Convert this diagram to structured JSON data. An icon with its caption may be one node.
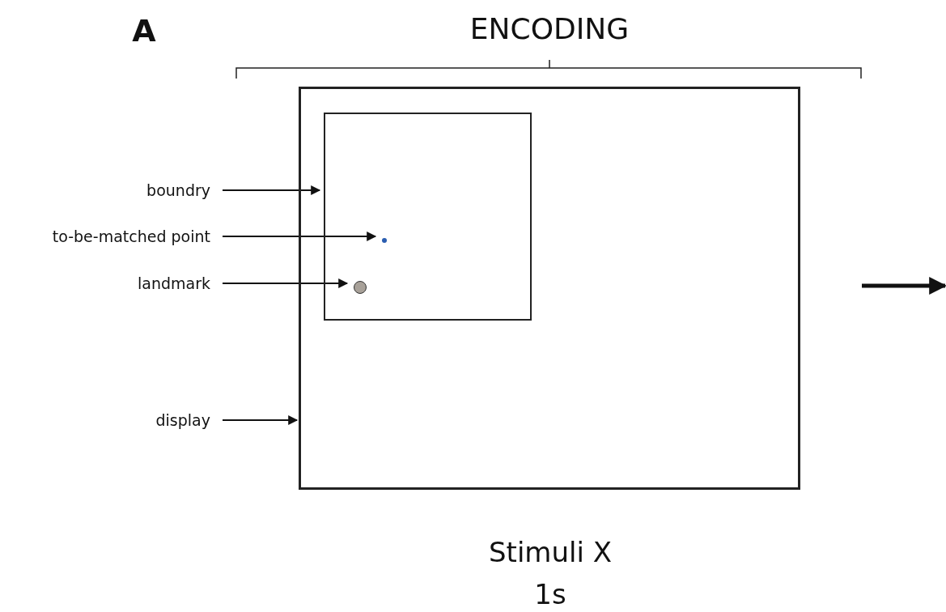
{
  "diagram": {
    "nodes": [
      {
        "text": [],
        "shape": "box"
      },
      {
        "text": [],
        "shape": "box",
        "in": 0
      },
      {
        "text": [],
        "shape": "circle",
        "in": 1
      },
      {
        "text": [],
        "shape": "circle",
        "in": 1
      },
      {
        "text": [
          "boundry"
        ]
      },
      {
        "text": [
          "to-be-matched point"
        ]
      },
      {
        "text": [
          "landmark"
        ]
      },
      {
        "text": [
          "display"
        ]
      }
    ],
    "edges": [
      {
        "from": 4,
        "to": 1,
        "arrow": "to"
      },
      {
        "from": 5,
        "to": 2,
        "arrow": "to"
      },
      {
        "from": 6,
        "to": 3,
        "arrow": "to"
      },
      {
        "from": 7,
        "to": 0,
        "arrow": "to"
      }
    ],
    "labels": [
      "A",
      "ENCODING",
      "Stimuli X",
      "1s"
    ]
  }
}
